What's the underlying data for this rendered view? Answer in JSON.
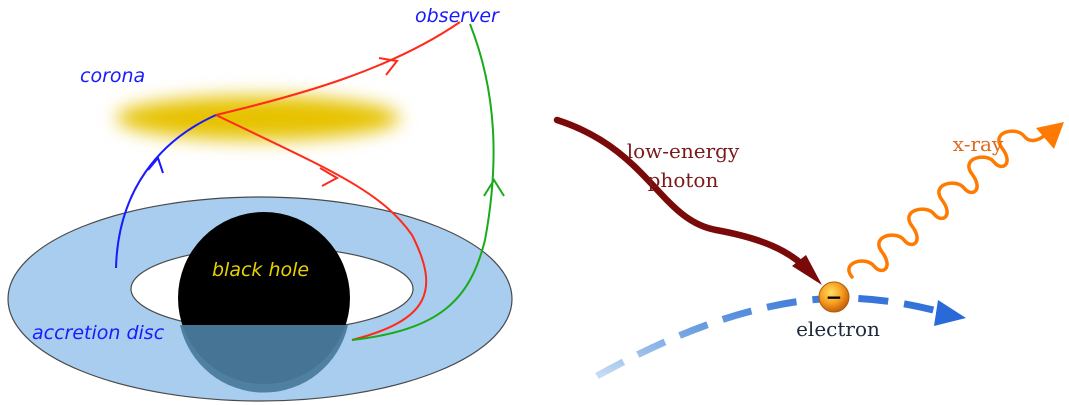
{
  "left_diagram": {
    "labels": {
      "observer": "observer",
      "corona": "corona",
      "black_hole": "black hole",
      "accretion_disc": "accretion disc"
    },
    "colors": {
      "disc_fill": "#a8cdee",
      "disc_stroke": "#4a4a4a",
      "corona": "#e6c200",
      "black_hole": "#000000",
      "black_hole_front": "#4a7a9c",
      "label_blue": "#1a1aff",
      "label_yellow": "#e6d200",
      "ray_blue": "#1a1aff",
      "ray_red": "#ff2a1a",
      "ray_green": "#1aaa1a"
    }
  },
  "right_diagram": {
    "labels": {
      "photon": [
        "low-energy",
        "photon"
      ],
      "xray": "x-ray",
      "electron": "electron",
      "electron_sign": "−"
    },
    "colors": {
      "photon_arrow": "#7a0a0a",
      "xray_arrow": "#ff7a00",
      "electron_path": "#4a86d8",
      "photon_text": "#7a1a1a",
      "xray_text": "#e06a1a",
      "electron_text": "#1a2a3a"
    }
  }
}
